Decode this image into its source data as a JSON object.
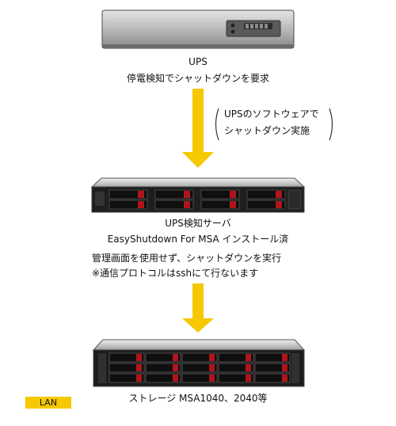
{
  "colors": {
    "arrow": "#F5C800",
    "drive_accent": "#B0141C",
    "lan": "#F5C800"
  },
  "ups": {
    "title": "UPS",
    "description": "停電検知でシャットダウンを要求"
  },
  "note": {
    "line1": "UPSのソフトウェアで",
    "line2": "シャットダウン実施"
  },
  "server": {
    "title": "UPS検知サーバ",
    "software": "EasyShutdown For MSA インストール済",
    "detail1": "管理画面を使用せず、シャットダウンを実行",
    "detail2": "※通信プロトコルはsshにて行ないます"
  },
  "storage": {
    "label": "ストレージ MSA1040、2040等"
  },
  "legend": {
    "lan_label": "LAN"
  }
}
